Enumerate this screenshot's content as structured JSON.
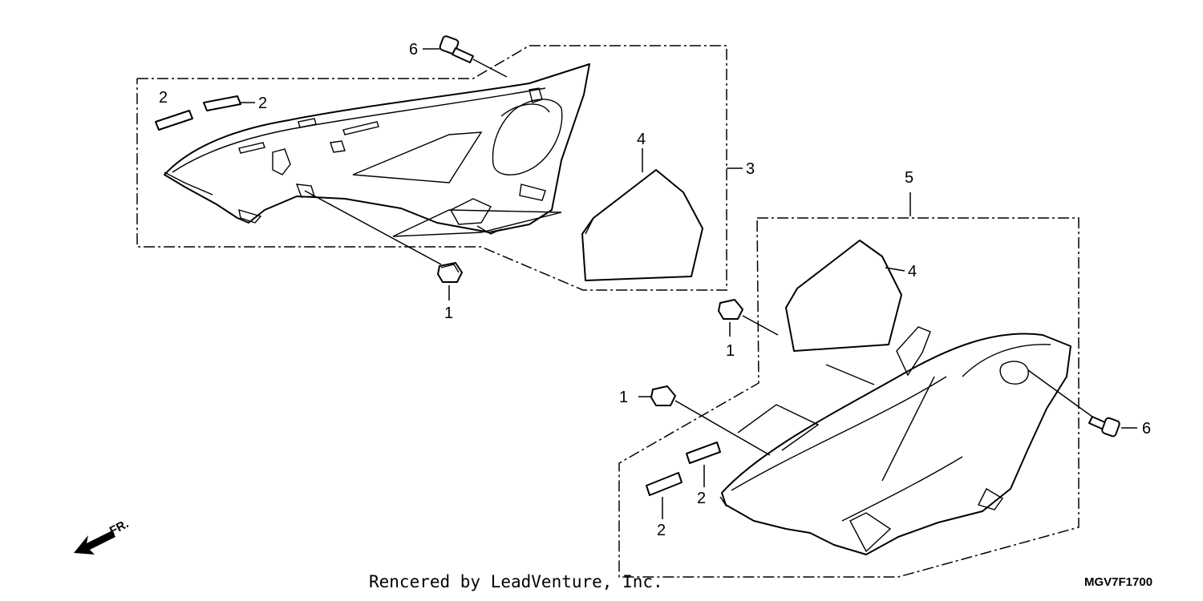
{
  "diagram": {
    "callouts": {
      "left_bolt": "6",
      "left_strip_a": "2",
      "left_strip_b": "2",
      "left_assembly": "3",
      "left_pad": "4",
      "left_grommet": "1",
      "right_assembly": "5",
      "right_pad": "4",
      "right_grommet_top": "1",
      "right_grommet_mid": "1",
      "right_bolt": "6",
      "right_strip_a": "2",
      "right_strip_b": "2"
    },
    "direction_label": "FR.",
    "credit": "Rencered by LeadVenture, Inc.",
    "diagram_code": "MGV7F1700"
  }
}
